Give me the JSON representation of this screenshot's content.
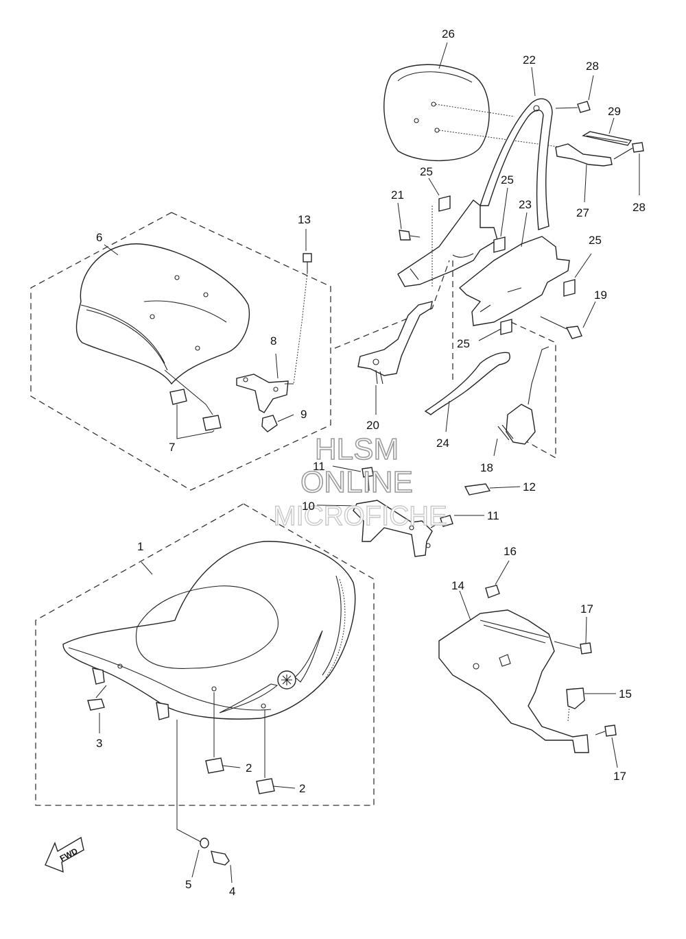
{
  "watermark": {
    "line1": "HLSM",
    "line2": "ONLINE",
    "line3": "MICROFICHE"
  },
  "fwd_label": "FWD",
  "callouts": {
    "c1": "1",
    "c2a": "2",
    "c2b": "2",
    "c3": "3",
    "c4": "4",
    "c5": "5",
    "c6": "6",
    "c7": "7",
    "c8": "8",
    "c9": "9",
    "c10": "10",
    "c11a": "11",
    "c11b": "11",
    "c12": "12",
    "c13": "13",
    "c14": "14",
    "c15": "15",
    "c16": "16",
    "c17a": "17",
    "c17b": "17",
    "c18": "18",
    "c19": "19",
    "c20": "20",
    "c21": "21",
    "c22": "22",
    "c23": "23",
    "c24": "24",
    "c25a": "25",
    "c25b": "25",
    "c25c": "25",
    "c25d": "25",
    "c26": "26",
    "c27": "27",
    "c28a": "28",
    "c28b": "28",
    "c29": "29"
  }
}
